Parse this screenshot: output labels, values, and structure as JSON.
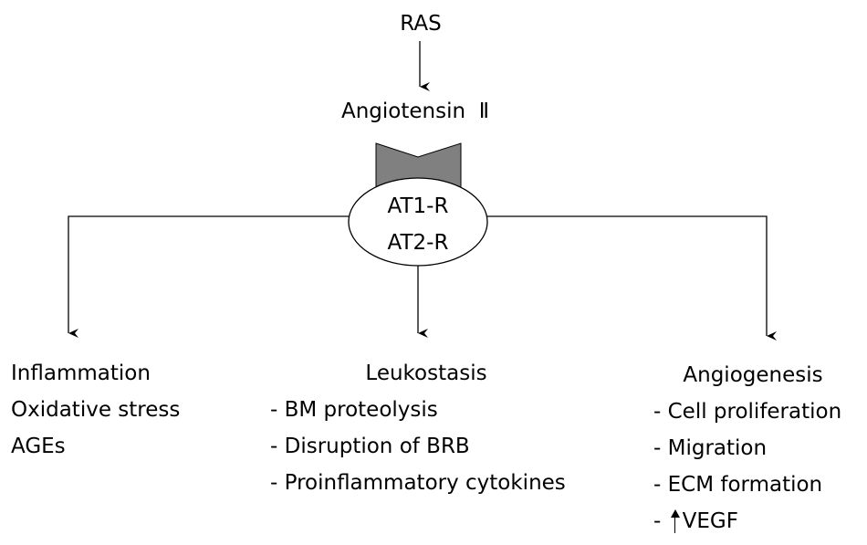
{
  "top": {
    "source": "RAS",
    "hormone": "Angiotensin",
    "hormone_numeral": "Ⅱ"
  },
  "receptor": {
    "line1": "AT1-R",
    "line2": "AT2-R"
  },
  "left": {
    "items": [
      "Inflammation",
      "Oxidative stress",
      "AGEs"
    ]
  },
  "center": {
    "title": "Leukostasis",
    "items": [
      "- BM proteolysis",
      "- Disruption of BRB",
      "- Proinflammatory cytokines"
    ]
  },
  "right": {
    "title": "Angiogenesis",
    "items": [
      "- Cell proliferation",
      "- Migration",
      "- ECM formation"
    ],
    "last_prefix": "- ",
    "last_label": "VEGF"
  },
  "colors": {
    "ligand_fill": "#808080",
    "stroke": "#000000"
  },
  "icons": {
    "increase": "up-arrow-icon"
  }
}
